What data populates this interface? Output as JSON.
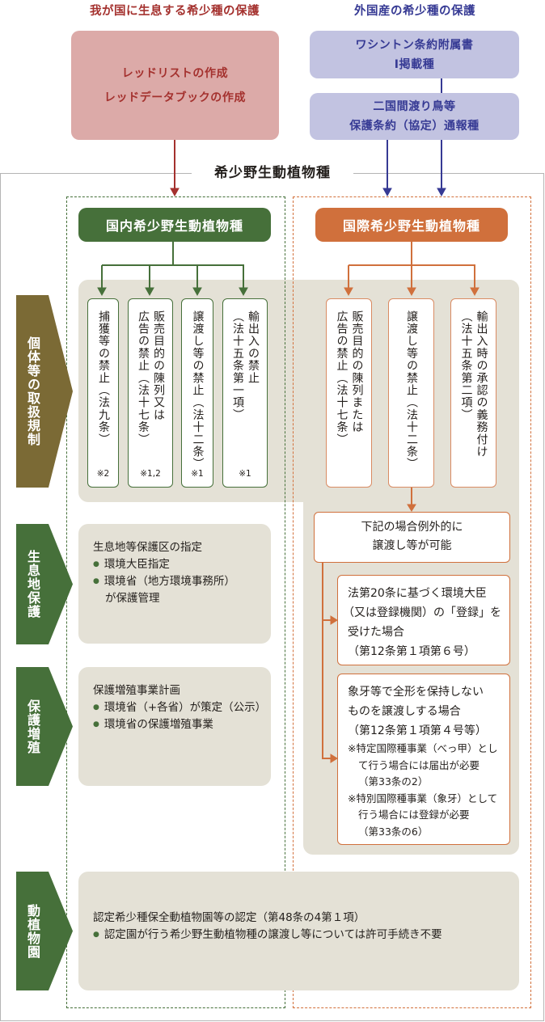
{
  "headings": {
    "domestic": "我が国に生息する希少種の保護",
    "foreign": "外国産の希少種の保護"
  },
  "sources": {
    "red_box": [
      "レッドリストの作成",
      "レッドデータブックの作成"
    ],
    "cites_box": [
      "ワシントン条約附属書",
      "I掲載種"
    ],
    "migratory_box": [
      "二国間渡り鳥等",
      "保護条約（協定）通報種"
    ]
  },
  "frame_title": "希少野生動植物種",
  "domestic": {
    "label": "国内希少野生動植物種",
    "items": [
      {
        "lines": [
          "捕獲等の禁止（法九条）"
        ],
        "note": "※2"
      },
      {
        "lines": [
          "販売目的の陳列又は",
          "広告の禁止（法十七条）"
        ],
        "note": "※1,2"
      },
      {
        "lines": [
          "譲渡し等の禁止（法十二条）"
        ],
        "note": "※1"
      },
      {
        "lines": [
          "輸出入の禁止",
          "（法十五条第一項）"
        ],
        "note": "※1"
      }
    ]
  },
  "international": {
    "label": "国際希少野生動植物種",
    "items": [
      {
        "lines": [
          "販売目的の陳列または",
          "広告の禁止（法十七条）"
        ]
      },
      {
        "lines": [
          "譲渡し等の禁止（法十二条）"
        ]
      },
      {
        "lines": [
          "輸出入時の承認の義務付け",
          "（法十五条第二項）"
        ]
      }
    ]
  },
  "row_labels": {
    "handling": "個体等の取扱規制",
    "habitat": "生息地保護",
    "breeding": "保護増殖",
    "zoo": "動植物園"
  },
  "habitat": {
    "title": "生息地等保護区の指定",
    "bullets": [
      "環境大臣指定",
      "環境省（地方環境事務所）"
    ],
    "continuation": "が保護管理"
  },
  "breeding": {
    "title": "保護増殖事業計画",
    "bullets": [
      "環境省（+各省）が策定（公示）",
      "環境省の保護増殖事業"
    ]
  },
  "exceptions": {
    "header": [
      "下記の場合例外的に",
      "譲渡し等が可能"
    ],
    "case_registration": [
      "法第20条に基づく環境大臣",
      "（又は登録機関）の「登録」を",
      "受けた場合",
      "（第12条第１項第６号）"
    ],
    "case_partial": {
      "lines": [
        "象牙等で全形を保持しない",
        "ものを譲渡しする場合",
        "（第12条第１項第４号等）"
      ],
      "notes": [
        "※特定国際種事業（べっ甲）とし",
        "て行う場合には届出が必要",
        "（第33条の2）",
        "※特別国際種事業（象牙）として",
        "行う場合には登録が必要",
        "（第33条の6）"
      ]
    }
  },
  "zoo": {
    "title": "認定希少種保全動植物園等の認定（第48条の4第１項）",
    "bullet": "認定園が行う希少野生動植物種の譲渡し等については許可手続き不要"
  },
  "colors": {
    "red_text": "#a4312e",
    "red_box": "#dcaaa8",
    "blue_text": "#363a94",
    "blue_box": "#c2c3e1",
    "green": "#46703a",
    "orange": "#d0703c",
    "brown": "#7b6a35",
    "panel_gray": "#e4e1d6"
  }
}
